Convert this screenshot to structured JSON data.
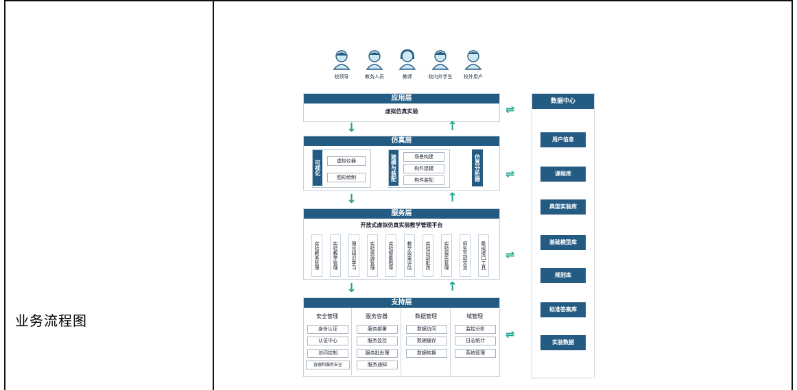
{
  "row_label": "业务流程图",
  "users": [
    {
      "label": "校领导",
      "icon": "person-icon"
    },
    {
      "label": "教务人员",
      "icon": "person-icon"
    },
    {
      "label": "教师",
      "icon": "person-icon"
    },
    {
      "label": "校内外学生",
      "icon": "person-icon"
    },
    {
      "label": "校外用户",
      "icon": "person-icon"
    }
  ],
  "app_layer": {
    "title": "应用层",
    "content": "虚拟仿真实验"
  },
  "sim_layer": {
    "title": "仿真层",
    "visual": {
      "label": "可视化",
      "items": [
        "虚拟仪器",
        "图形绘制"
      ]
    },
    "model": {
      "label": "建模与装配",
      "items": [
        "场景构建",
        "构件建模",
        "构件装配"
      ]
    },
    "analyzer": "仿真分析器"
  },
  "service_layer": {
    "title": "服务层",
    "platform": "开放式虚拟仿真实验教学管理平台",
    "modules": [
      "实验教务管理",
      "实验教学管理",
      "理论知识学习",
      "实验资源管理",
      "实验智能指导",
      "教学效果评估",
      "实验自动批改",
      "实验报告管理",
      "师生互动交流",
      "集成接口工具"
    ]
  },
  "support_layer": {
    "title": "支持层",
    "columns": [
      {
        "title": "安全管理",
        "items": [
          "身份认证",
          "认证中心",
          "访问控制",
          "容器和服务安全"
        ]
      },
      {
        "title": "服务容器",
        "items": [
          "服务部署",
          "服务监控",
          "服务批处理",
          "服务通知"
        ]
      },
      {
        "title": "数据管理",
        "items": [
          "数据访问",
          "数据缓存",
          "数据转换"
        ]
      },
      {
        "title": "域管理",
        "items": [
          "监控分析",
          "日志统计",
          "系统管理"
        ]
      }
    ]
  },
  "data_center": {
    "title": "数据中心",
    "items": [
      "用户信息",
      "课程库",
      "典型实验库",
      "基础模型库",
      "规则库",
      "标准答案库",
      "实验数据"
    ]
  },
  "colors": {
    "primary": "#245b83",
    "arrow": "#1fa58d"
  }
}
